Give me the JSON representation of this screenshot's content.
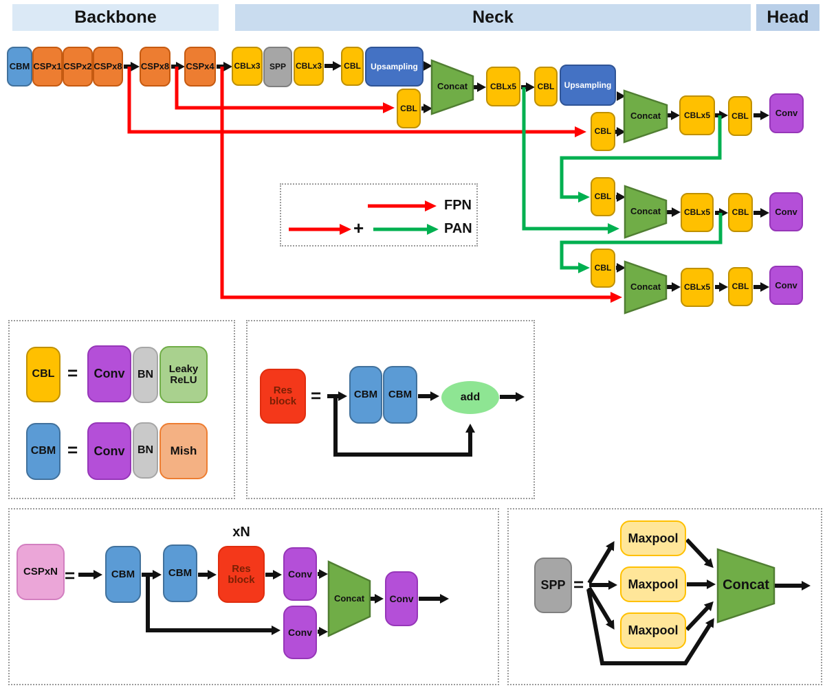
{
  "headers": {
    "backbone": "Backbone",
    "neck": "Neck",
    "head": "Head"
  },
  "blocks": {
    "cbm": "CBM",
    "cspx1": "CSPx1",
    "cspx2": "CSPx2",
    "cspx8": "CSPx8",
    "cspx4": "CSPx4",
    "cblx3": "CBLx3",
    "spp": "SPP",
    "cbl": "CBL",
    "upsampling": "Upsampling",
    "concat": "Concat",
    "cblx5": "CBLx5",
    "conv": "Conv",
    "maxpool": "Maxpool"
  },
  "legend": {
    "fpn": "FPN",
    "pan": "PAN",
    "plus": "+"
  },
  "defs": {
    "equals": "=",
    "bn": "BN",
    "leaky_relu": "Leaky ReLU",
    "mish": "Mish",
    "res_block": "Res block",
    "add": "add",
    "cspxn": "CSPxN",
    "xn": "xN"
  },
  "colors": {
    "fpn_red": "#ff0000",
    "pan_green": "#00b050",
    "arrow_black": "#111111",
    "cbm_blue": "#5b9bd5",
    "csp_orange": "#ed7d31",
    "cbl_yellow": "#ffc000",
    "spp_gray": "#a6a6a6",
    "upsampling_blue": "#4472c4",
    "concat_green": "#70ad47",
    "conv_purple": "#b44fd8",
    "cspxn_pink": "#eba6d8",
    "res_red": "#f4381a",
    "leaky_green": "#a9d18e",
    "mish_salmon": "#f4b183",
    "maxpool_lightyellow": "#ffe699",
    "bn_gray": "#c9c9c9",
    "add_green": "#8ee593",
    "header_backbone": "#dbe9f6",
    "header_neck": "#c9dcef",
    "header_head": "#b9cfe8"
  }
}
